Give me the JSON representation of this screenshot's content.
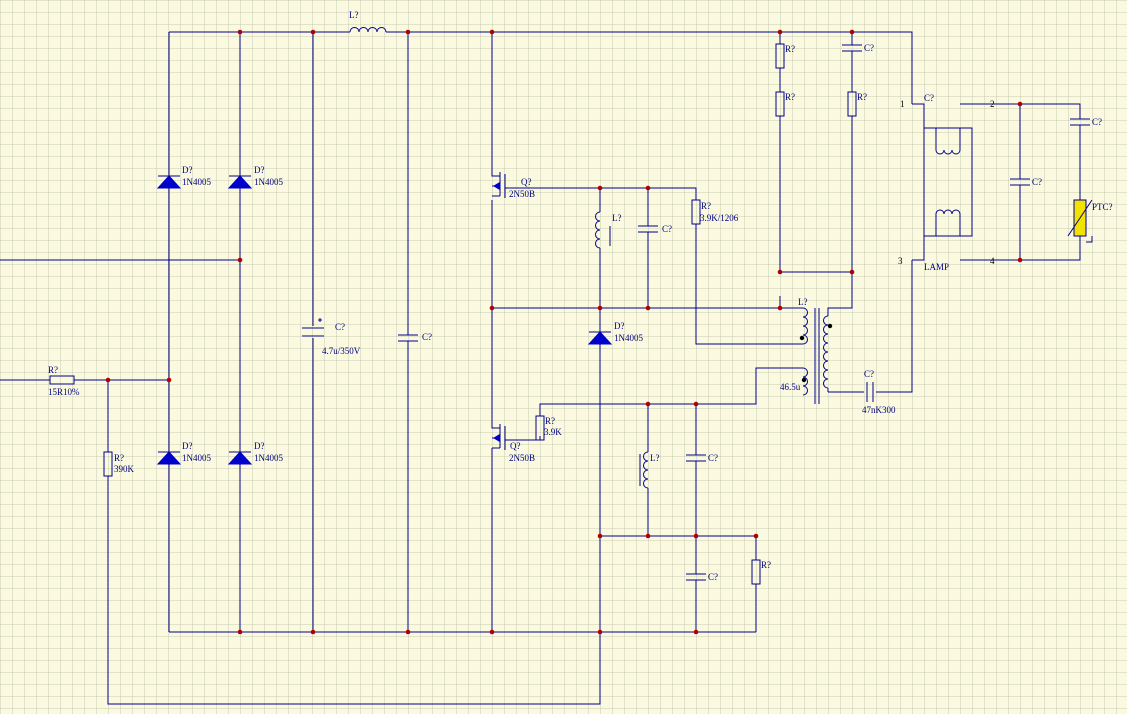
{
  "colors": {
    "background": "#fbfae0",
    "grid": "#b9bfa6",
    "wire": "#00008b",
    "component": "#0000cd",
    "junction": "#b00000",
    "ptc_fill": "#f2e200"
  },
  "labels": {
    "r_in": "R?",
    "r_in_val": "15R10%",
    "r_390": "R?",
    "r_390_val": "390K",
    "d1": "D?",
    "d1_val": "1N4005",
    "d2": "D?",
    "d2_val": "1N4005",
    "d3": "D?",
    "d3_val": "1N4005",
    "d4": "D?",
    "d4_val": "1N4005",
    "l_top": "L?",
    "c_elec": "C?",
    "c_elec_val": "4.7u/350V",
    "c_bus": "C?",
    "q1": "Q?",
    "q1_val": "2N50B",
    "q2": "Q?",
    "q2_val": "2N50B",
    "l_g1": "L?",
    "c_g1": "C?",
    "r_g1": "R?",
    "r_g1_val": "3.9K/1206",
    "d5": "D?",
    "d5_val": "1N4005",
    "r_g2": "R?",
    "r_g2_val": "3.9K",
    "l_g2": "L?",
    "c_g2": "C?",
    "c_low": "C?",
    "r_low": "R?",
    "r_top1": "R?",
    "r_top2": "R?",
    "c_top": "C?",
    "r_top3": "R?",
    "t1": "L?",
    "t1_val": "46.5u",
    "c_series": "C?",
    "c_series_val": "47nK300",
    "c_lamp": "C?",
    "c_par": "C?",
    "c_ptc": "C?",
    "lamp": "LAMP",
    "ptc": "PTC?",
    "pin1": "1",
    "pin2": "2",
    "pin3": "3",
    "pin4": "4"
  }
}
